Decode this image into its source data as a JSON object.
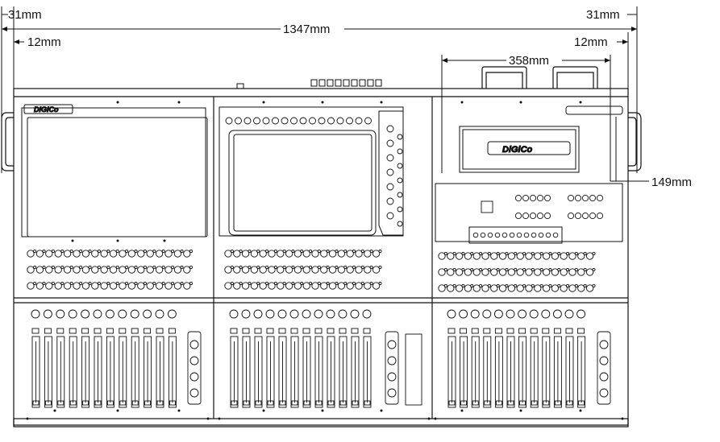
{
  "dimensions": {
    "overall_width": "1347mm",
    "left_handle": "31mm",
    "right_handle": "31mm",
    "left_inset": "12mm",
    "right_inset": "12mm",
    "module_width": "358mm",
    "module_height": "149mm"
  },
  "branding": {
    "logo_top_left": "DiGiCo",
    "logo_center_right": "DiGiCo"
  },
  "colors": {
    "line": "#111111",
    "panel_fill": "#ffffff",
    "background": "#ffffff"
  }
}
